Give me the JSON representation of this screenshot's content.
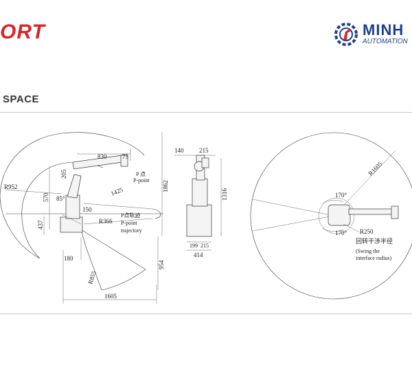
{
  "header": {
    "brand_left_text": "ORT",
    "logo": {
      "name": "MINH",
      "sub": "AUTOMATION",
      "icon": "gear-robot-icon",
      "colors": {
        "primary": "#1f3f8f",
        "accent": "#d7262b"
      }
    }
  },
  "section_title": "SPACE",
  "side_view": {
    "dims": {
      "d830": "830",
      "d75": "75",
      "d205": "205",
      "d1425": "1425",
      "d1862": "1862",
      "d570": "570",
      "d85": "85°",
      "d150": "150",
      "d437": "437",
      "d180": "180",
      "r952": "R952",
      "r366": "R366",
      "r855": "R855",
      "d954": "954",
      "d1605": "1605"
    },
    "p_point": "P 点",
    "p_point_en": "P-point",
    "p_traj": "P点轨迹",
    "p_traj_en1": "P-point",
    "p_traj_en2": "trajectory"
  },
  "front_view": {
    "dims": {
      "d140": "140",
      "d215": "215",
      "d1316": "1316",
      "d199": "199",
      "d215b": "215",
      "d414": "414"
    }
  },
  "top_view": {
    "dims": {
      "r1605": "R1605",
      "a170_top": "170°",
      "a170_bottom": "170°",
      "r250": "R250"
    },
    "swing_cn": "回转干涉半径",
    "swing_en1": "(Swing the",
    "swing_en2": "interface radius)"
  },
  "colors": {
    "brand_red": "#d7262b",
    "line": "#333333",
    "divider": "#c8c8c8"
  }
}
